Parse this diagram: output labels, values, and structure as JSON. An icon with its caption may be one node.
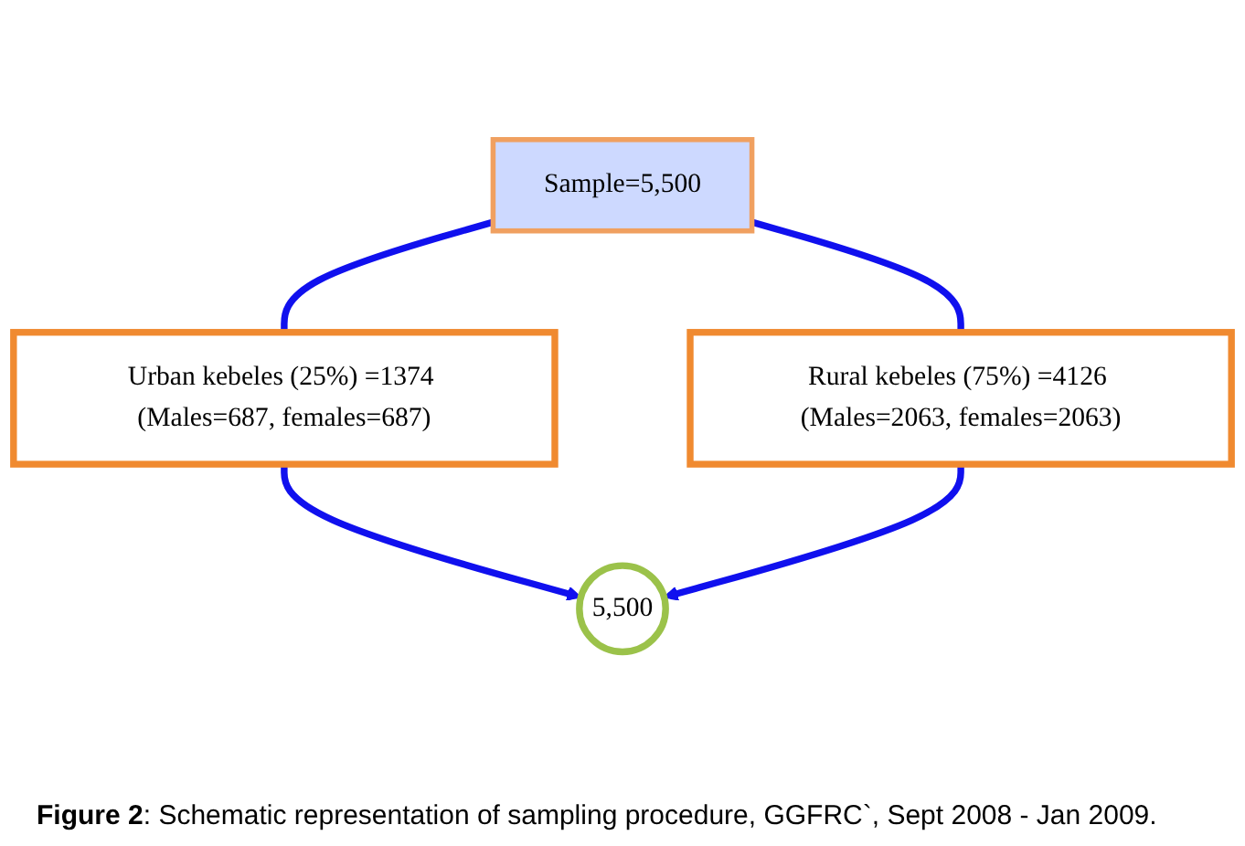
{
  "diagram": {
    "caption": "**Figure 2**: Schematic representation of sampling procedure, GGFRC`, Sept 2008 - Jan 2009.",
    "nodes": [
      {
        "text": [
          "Sample=5,500"
        ]
      },
      {
        "text": [
          "Urban kebeles (25%) =1374 (Males=687, females=687)"
        ]
      },
      {
        "text": [
          "Rural kebeles (75%) =4126 (Males=2063, females=2063)"
        ]
      },
      {
        "text": [
          "5,500"
        ]
      }
    ],
    "edges": [
      {
        "from": 0,
        "to": 1,
        "arrow": "none"
      },
      {
        "from": 0,
        "to": 2,
        "arrow": "none"
      },
      {
        "from": 1,
        "to": 3,
        "arrow": "to"
      },
      {
        "from": 2,
        "to": 3,
        "arrow": "to"
      }
    ]
  }
}
